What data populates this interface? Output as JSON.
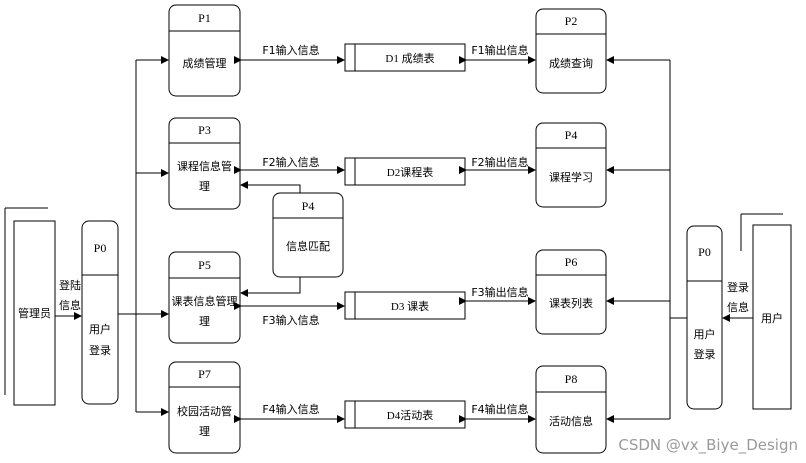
{
  "external": {
    "admin": "管理员",
    "user": "用户"
  },
  "processes": {
    "p0_left": {
      "id": "P0",
      "name_lines": [
        "用户",
        "登录"
      ]
    },
    "p0_right": {
      "id": "P0",
      "name_lines": [
        "用户",
        "登录"
      ]
    },
    "p1": {
      "id": "P1",
      "name_lines": [
        "成绩管理"
      ]
    },
    "p2": {
      "id": "P2",
      "name_lines": [
        "成绩查询"
      ]
    },
    "p3": {
      "id": "P3",
      "name_lines": [
        "课程信息管",
        "理"
      ]
    },
    "p4_left": {
      "id": "P4",
      "name_lines": [
        "信息匹配"
      ]
    },
    "p4_right": {
      "id": "P4",
      "name_lines": [
        "课程学习"
      ]
    },
    "p5": {
      "id": "P5",
      "name_lines": [
        "课表信息管理",
        "理"
      ]
    },
    "p6": {
      "id": "P6",
      "name_lines": [
        "课表列表"
      ]
    },
    "p7": {
      "id": "P7",
      "name_lines": [
        "校园活动管",
        "理"
      ]
    },
    "p8": {
      "id": "P8",
      "name_lines": [
        "活动信息"
      ]
    }
  },
  "stores": {
    "d1": "D1 成绩表",
    "d2": "D2课程表",
    "d3": "D3 课表",
    "d4": "D4活动表"
  },
  "flows": {
    "login_admin": [
      "登陆",
      "信息"
    ],
    "login_user": [
      "登录",
      "信息"
    ],
    "f1_in": "F1输入信息",
    "f1_out": "F1输出信息",
    "f2_in": "F2输入信息",
    "f2_out": "F2输出信息",
    "f3_in": "F3输入信息",
    "f3_out": "F3输出信息",
    "f4_in": "F4输入信息",
    "f4_out": "F4输出信息"
  },
  "watermark": "CSDN @vx_Biye_Design"
}
